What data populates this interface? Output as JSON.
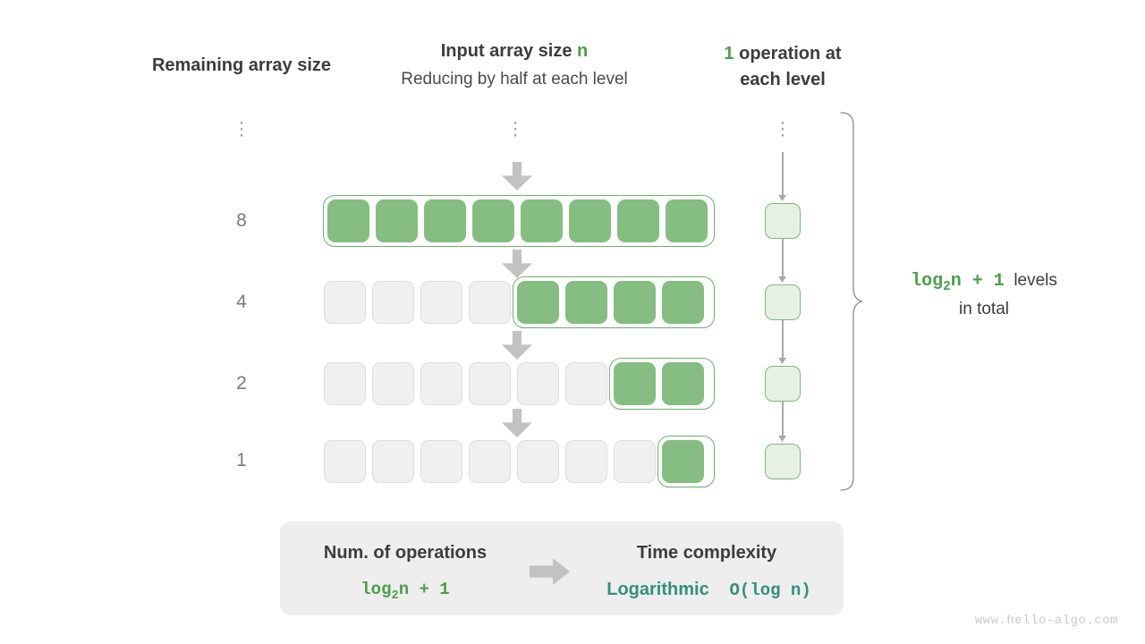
{
  "headers": {
    "remaining": "Remaining array size",
    "input_title_prefix": "Input array size ",
    "input_title_var": "n",
    "input_subtitle": "Reducing by half at each level",
    "ops_count": "1",
    "ops_text_line1": " operation at",
    "ops_text_line2": "each level"
  },
  "rows": [
    {
      "label": "⋮",
      "is_dots": true,
      "total_cells": 0,
      "filled": 0
    },
    {
      "label": "8",
      "is_dots": false,
      "total_cells": 8,
      "filled": 8
    },
    {
      "label": "4",
      "is_dots": false,
      "total_cells": 8,
      "filled": 4
    },
    {
      "label": "2",
      "is_dots": false,
      "total_cells": 8,
      "filled": 2
    },
    {
      "label": "1",
      "is_dots": false,
      "total_cells": 8,
      "filled": 1
    }
  ],
  "operations": {
    "dots": "⋮",
    "box_count": 4,
    "box_label": ""
  },
  "brace": {
    "formula_pre": "log",
    "formula_sub": "2",
    "formula_post": "n + 1",
    "label_line1": "levels",
    "label_line2": "in total"
  },
  "summary": {
    "left_title": "Num. of operations",
    "left_value_pre": "log",
    "left_value_sub": "2",
    "left_value_post": "n + 1",
    "arrow": "arrow-right-icon",
    "right_title": "Time complexity",
    "right_value_word": "Logarithmic",
    "right_value_notation": "O(log n)"
  },
  "watermark": "www.hello-algo.com",
  "colors": {
    "green_fill": "#85bd83",
    "green_border": "#6fae6f",
    "green_text": "#4c9e4c",
    "light_green_fill": "#e6f1e4",
    "teal": "#33907a",
    "empty_fill": "#f0f0f0",
    "empty_border": "#dddddd",
    "arrow_gray": "#c2c2c2",
    "panel_gray": "#eeeeee"
  }
}
